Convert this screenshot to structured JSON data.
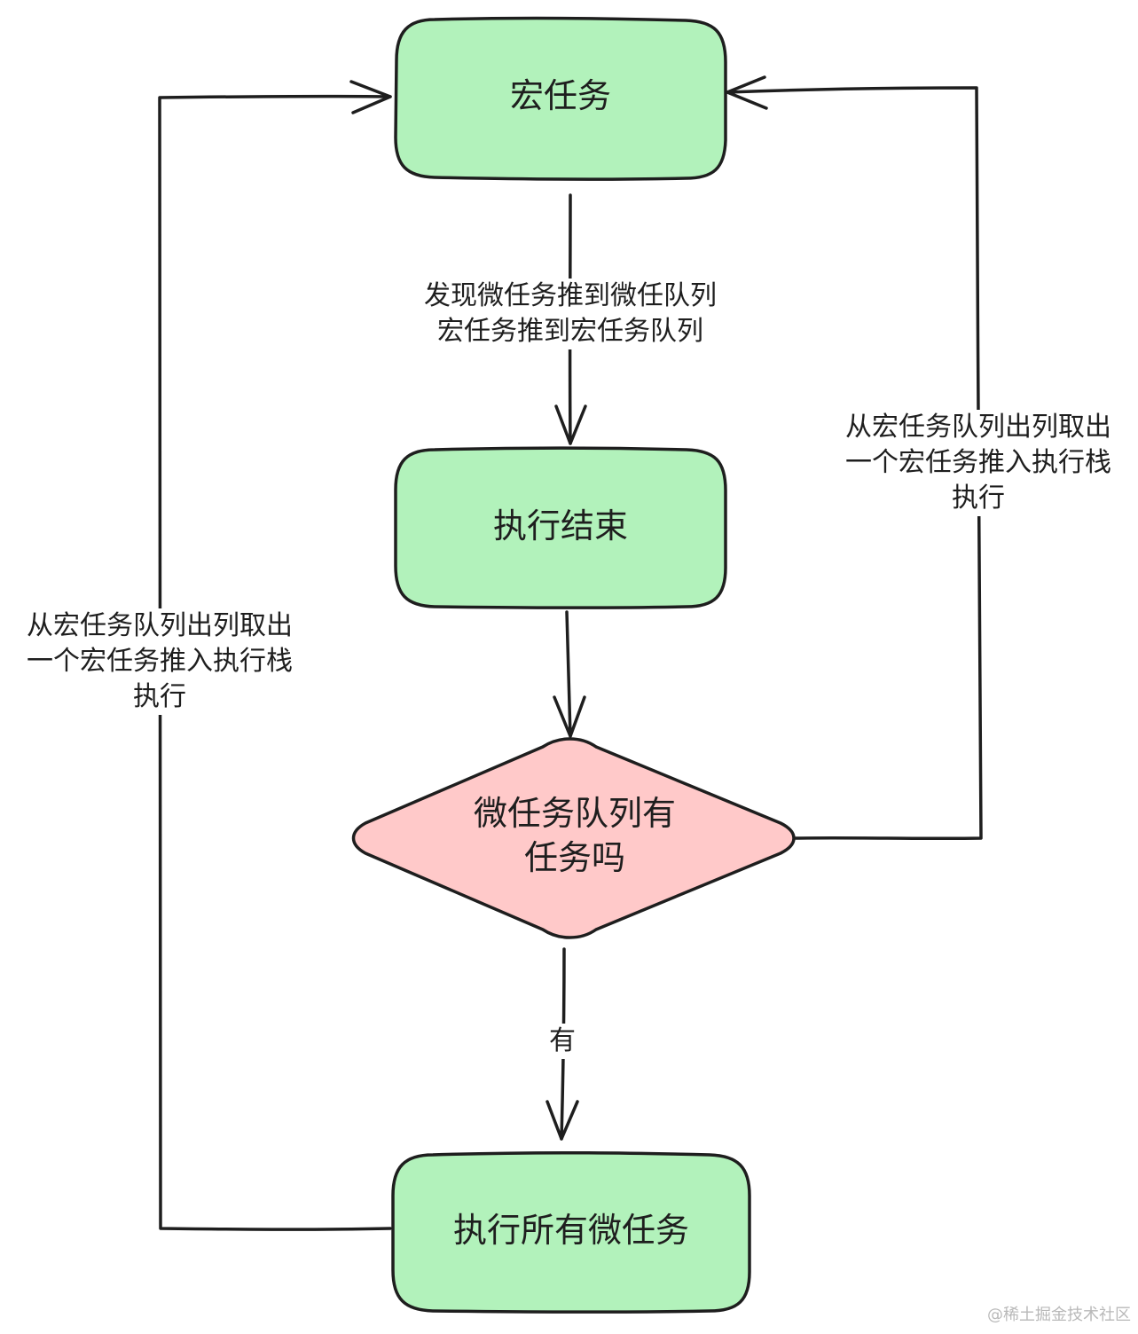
{
  "nodes": {
    "macro_task": {
      "label": "宏任务",
      "fill": "#b2f2bb"
    },
    "exec_end": {
      "label": "执行结束",
      "fill": "#b2f2bb"
    },
    "micro_check": {
      "label": "微任务队列有\n任务吗",
      "fill": "#ffc9c9"
    },
    "exec_micro": {
      "label": "执行所有微任务",
      "fill": "#b2f2bb"
    }
  },
  "edges": {
    "macro_to_end": {
      "label": "发现微任务推到微任队列\n宏任务推到宏任务队列"
    },
    "end_to_check": {
      "label": ""
    },
    "check_yes": {
      "label": "有"
    },
    "check_no_to_macro": {
      "label": "从宏任务队列出列取出\n一个宏任务推入执行栈\n执行"
    },
    "micro_to_macro": {
      "label": "从宏任务队列出列取出\n一个宏任务推入执行栈\n执行"
    }
  },
  "colors": {
    "stroke": "#1e1e1e",
    "green": "#b2f2bb",
    "red": "#ffc9c9"
  },
  "watermark": "@稀土掘金技术社区"
}
